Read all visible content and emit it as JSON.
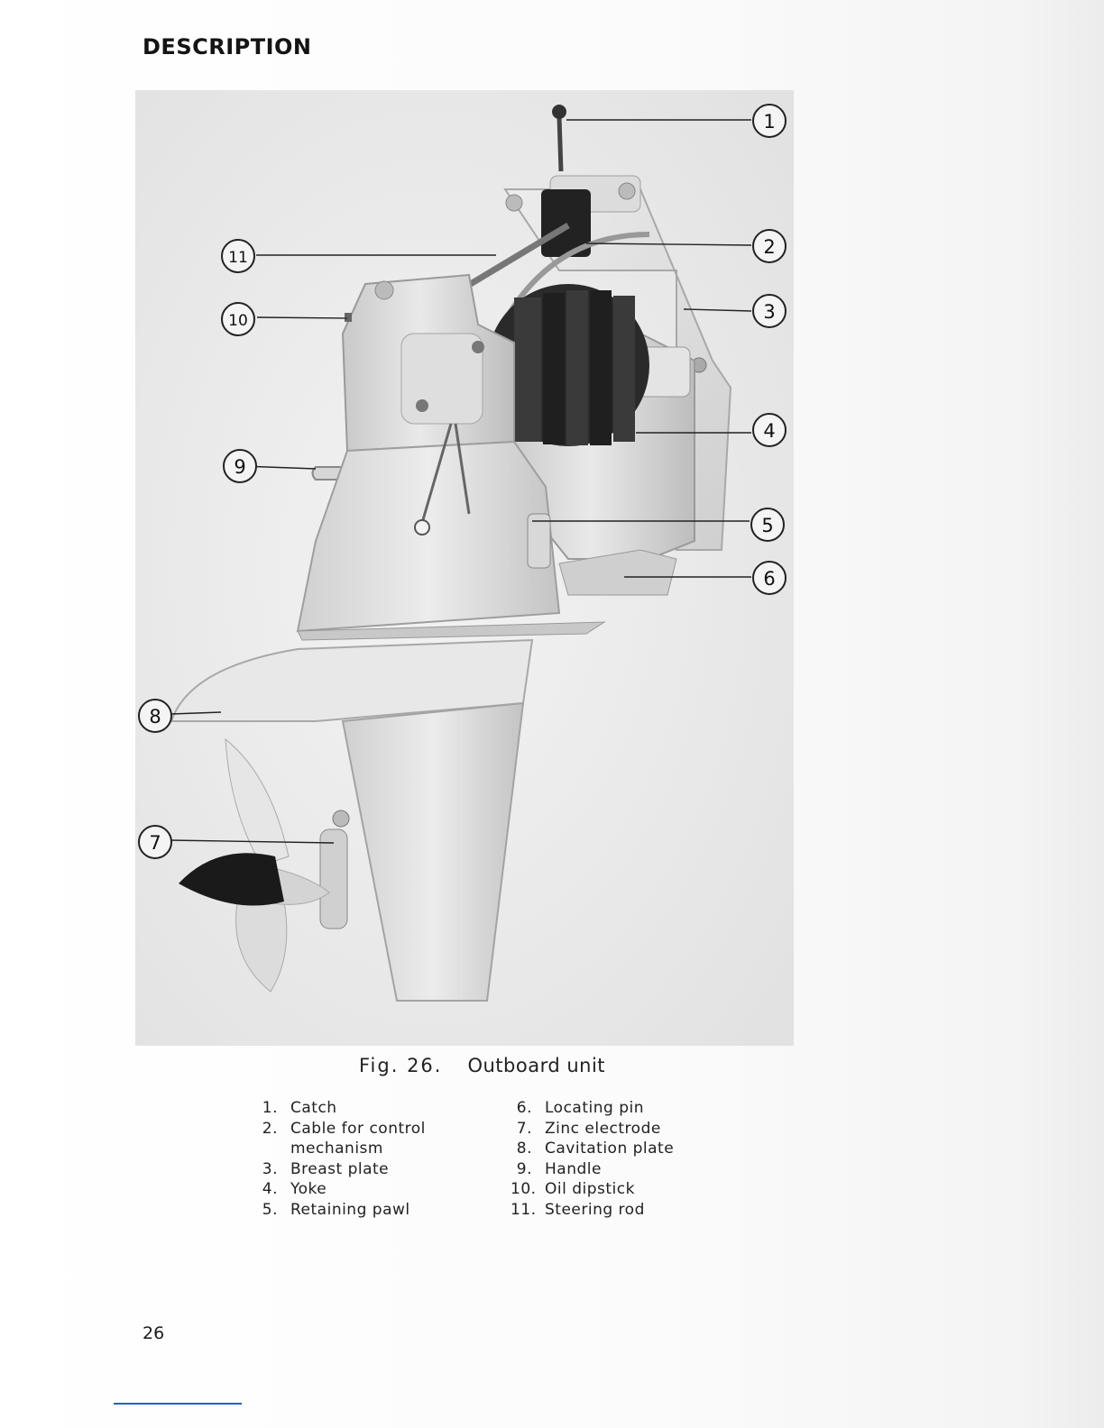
{
  "header": {
    "title": "DESCRIPTION"
  },
  "figure": {
    "callouts": [
      "1",
      "2",
      "3",
      "4",
      "5",
      "6",
      "7",
      "8",
      "9",
      "10",
      "11"
    ],
    "caption_number": "Fig. 26.",
    "caption_title": "Outboard unit"
  },
  "legend": {
    "left": [
      {
        "num": "1.",
        "text": "Catch"
      },
      {
        "num": "2.",
        "text": "Cable for control"
      },
      {
        "num": "",
        "text": "mechanism"
      },
      {
        "num": "3.",
        "text": "Breast plate"
      },
      {
        "num": "4.",
        "text": "Yoke"
      },
      {
        "num": "5.",
        "text": "Retaining pawl"
      }
    ],
    "right": [
      {
        "num": "6.",
        "text": "Locating pin"
      },
      {
        "num": "7.",
        "text": "Zinc electrode"
      },
      {
        "num": "8.",
        "text": "Cavitation plate"
      },
      {
        "num": "9.",
        "text": "Handle"
      },
      {
        "num": "10.",
        "text": "Oil dipstick"
      },
      {
        "num": "11.",
        "text": "Steering rod"
      }
    ]
  },
  "page": {
    "number": "26"
  }
}
